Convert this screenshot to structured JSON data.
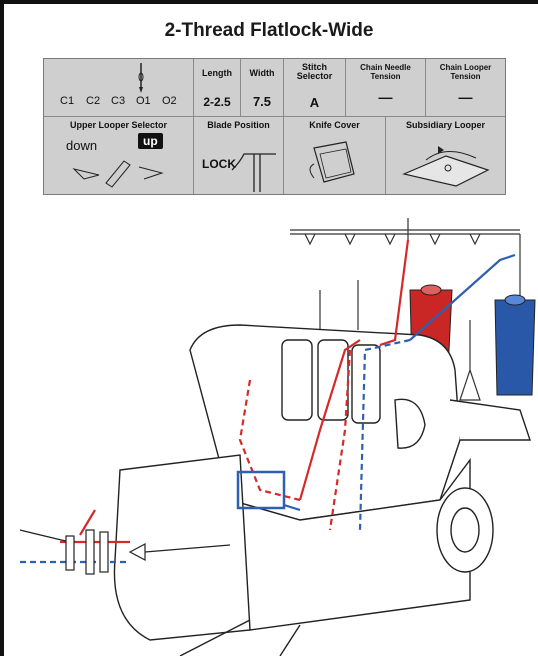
{
  "title": "2-Thread Flatlock-Wide",
  "settings": {
    "thread_labels": [
      "C1",
      "C2",
      "C3",
      "O1",
      "O2"
    ],
    "length_header": "Length",
    "length_value": "2-2.5",
    "width_header": "Width",
    "width_value": "7.5",
    "stitch_selector_header": "Stitch Selector",
    "stitch_selector_value": "A",
    "chain_needle_header": "Chain Needle Tension",
    "chain_needle_value": "—",
    "chain_looper_header": "Chain Looper Tension",
    "chain_looper_value": "—",
    "upper_looper_header": "Upper Looper Selector",
    "upper_looper_down": "down",
    "upper_looper_up": "up",
    "blade_header": "Blade Position",
    "blade_value": "LOCK",
    "knife_header": "Knife Cover",
    "subsidiary_header": "Subsidiary Looper"
  },
  "colors": {
    "needle_thread": "#d42a2a",
    "looper_thread": "#2f5fb0",
    "red_cone": "#c92626",
    "blue_cone": "#2a58a8",
    "panel": "#cfcfcf"
  }
}
